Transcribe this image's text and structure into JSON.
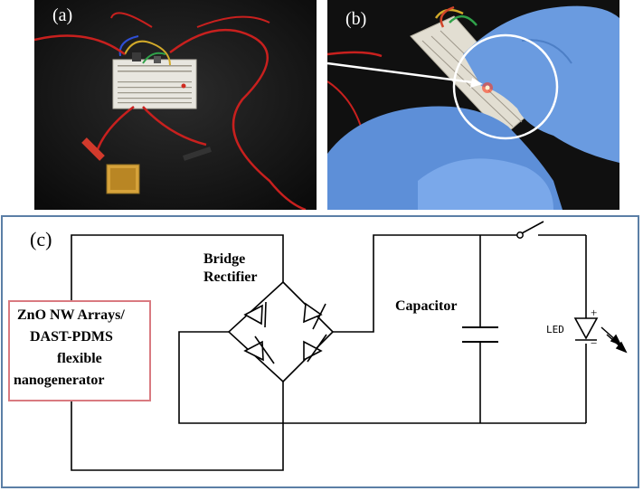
{
  "panels": {
    "a": {
      "label": "(a)"
    },
    "b": {
      "label": "(b)"
    },
    "c": {
      "label": "(c)"
    }
  },
  "circuit": {
    "rectifier_label_line1": "Bridge",
    "rectifier_label_line2": "Rectifier",
    "capacitor_label": "Capacitor",
    "led_label": "LED",
    "plus_sign": "+",
    "minus_sign": "−",
    "nanogenerator": {
      "line1": "ZnO NW Arrays/",
      "line2": "DAST-PDMS",
      "line3": "flexible",
      "line4": "nanogenerator"
    }
  },
  "colors": {
    "panel_border": "#5b7fa6",
    "nanogenerator_border": "#d97a80",
    "glove": "#6a9be0",
    "wire": "#c8201e",
    "led_glow": "#ff3b1a"
  }
}
